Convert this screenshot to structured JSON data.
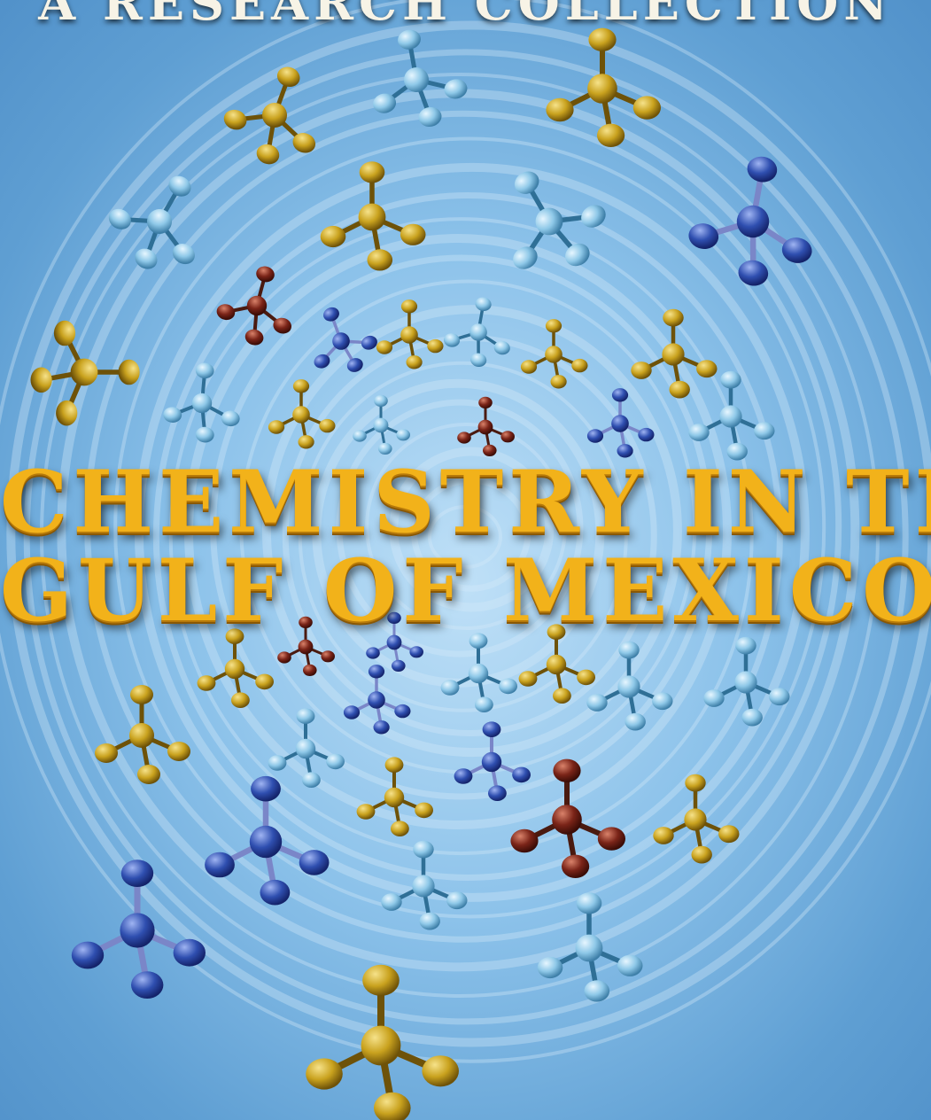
{
  "cover": {
    "top_banner": "A RESEARCH COLLECTION",
    "title_line_1": "CHEMISTRY IN THE",
    "title_line_2": "GULF OF MEXICO"
  },
  "colors": {
    "background": "#5f9fd3",
    "ripple_light": "#cfe6f7",
    "title_gold": "#f2b21a",
    "atom_gold": "#c9a21e",
    "atom_light_blue": "#8ec8e8",
    "atom_dark_blue": "#2f4fb0",
    "atom_brown": "#7a2418"
  },
  "icons": [
    "molecule-icon"
  ]
}
